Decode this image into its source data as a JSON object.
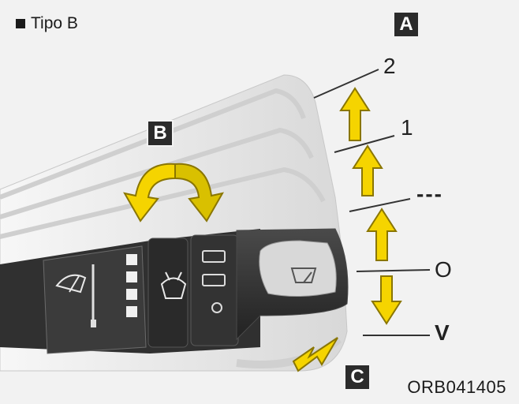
{
  "caption": {
    "text": "Tipo B"
  },
  "badges": {
    "a": "A",
    "b": "B",
    "c": "C"
  },
  "positions": {
    "p2": "2",
    "p1": "1",
    "dashes": "---",
    "off": "O",
    "mist": "V"
  },
  "reference_code": "ORB041405",
  "colors": {
    "arrow_fill": "#f5d400",
    "arrow_stroke": "#8a7600",
    "badge_bg": "#2b2b2b",
    "lever_dark": "#2e2e2e"
  },
  "icons": [
    "wiper-icon",
    "washer-icon",
    "rear-wiper-icon"
  ]
}
